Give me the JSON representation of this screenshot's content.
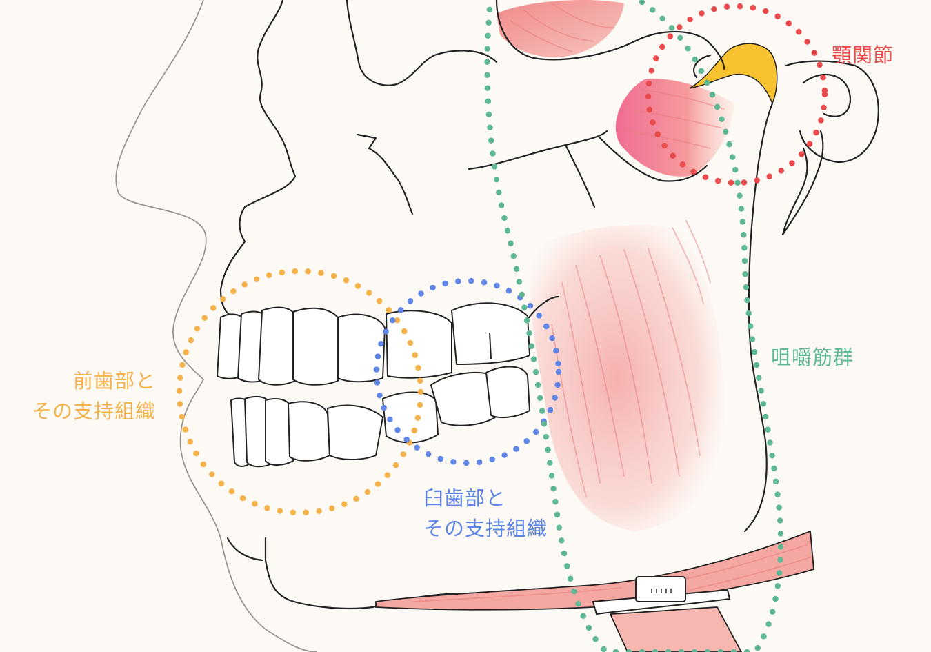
{
  "labels": {
    "anterior": [
      "前歯部と",
      "その支持組織"
    ],
    "molar": [
      "臼歯部と",
      "その支持組織"
    ],
    "tmj": "顎関節",
    "masticatory": "咀嚼筋群"
  },
  "colors": {
    "anterior": "#f5b24a",
    "molar": "#5f86e6",
    "tmj": "#ea4a4c",
    "masticatory": "#5fb895",
    "muscle": "#f2a2a0",
    "disc": "#f8c12f",
    "background": "#fdfaf6"
  },
  "icons": {
    "anterior_region": "dotted-circle-icon",
    "molar_region": "dotted-circle-icon",
    "tmj_region": "dotted-circle-icon",
    "masticatory_region": "dotted-ellipse-icon"
  }
}
